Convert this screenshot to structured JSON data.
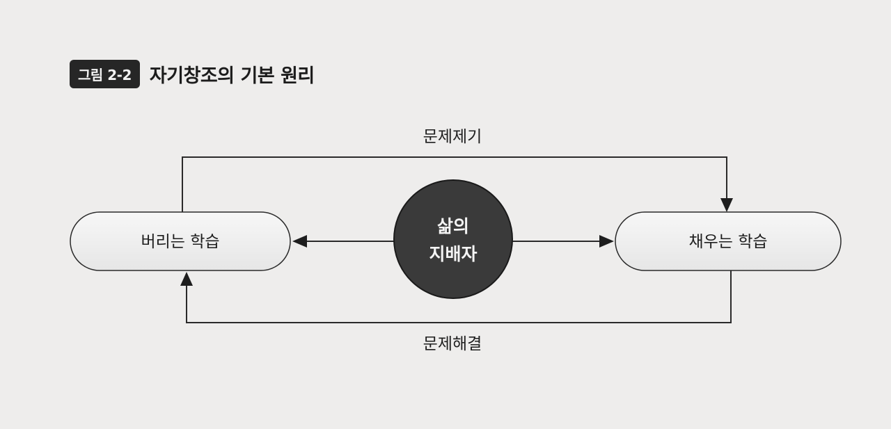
{
  "figure": {
    "number_label": "그림 2-2",
    "title": "자기창조의 기본 원리"
  },
  "nodes": {
    "left": "버리는 학습",
    "right": "채우는 학습",
    "center_line1": "삶의",
    "center_line2": "지배자"
  },
  "edges": {
    "top": "문제제기",
    "bottom": "문제해결"
  },
  "colors": {
    "background": "#eeedec",
    "center_fill": "#3a3a3a",
    "badge_fill": "#262626",
    "pill_fill": "#f3f3f3",
    "stroke": "#2a2a2a"
  }
}
